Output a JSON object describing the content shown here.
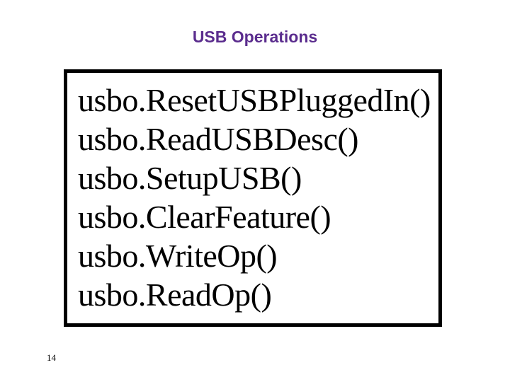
{
  "slide": {
    "title": "USB Operations",
    "title_color": "#5b2d8e",
    "page_number": "14"
  },
  "code_box": {
    "lines": [
      "usbo.ResetUSBPluggedIn()",
      "usbo.ReadUSBDesc()",
      "usbo.SetupUSB()",
      "usbo.ClearFeature()",
      "usbo.WriteOp()",
      "usbo.ReadOp()"
    ]
  }
}
